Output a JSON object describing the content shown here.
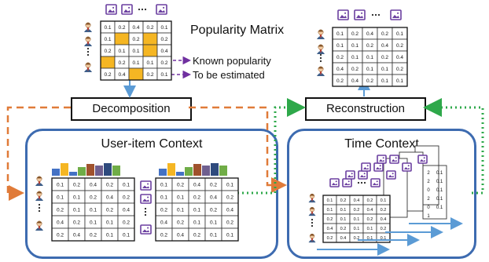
{
  "popularity_matrix": {
    "title": "Popularity Matrix",
    "rows": [
      [
        "0.1",
        "0.2",
        "0.4",
        "0.2",
        "0.1"
      ],
      [
        "0.1",
        "",
        "0.2",
        "",
        "0.2"
      ],
      [
        "0.2",
        "0.1",
        "0.1",
        "",
        "0.4"
      ],
      [
        "",
        "0.2",
        "0.1",
        "0.1",
        "0.2"
      ],
      [
        "0.2",
        "0.4",
        "",
        "0.2",
        "0.1"
      ]
    ],
    "legend_known": "Known popularity",
    "legend_estimated": "To be estimated",
    "highlight_color": "#f5b623"
  },
  "reconstructed_matrix": {
    "rows": [
      [
        "0.1",
        "0.2",
        "0.4",
        "0.2",
        "0.1"
      ],
      [
        "0.1",
        "0.1",
        "0.2",
        "0.4",
        "0.2"
      ],
      [
        "0.2",
        "0.1",
        "0.1",
        "0.2",
        "0.4"
      ],
      [
        "0.4",
        "0.2",
        "0.1",
        "0.1",
        "0.2"
      ],
      [
        "0.2",
        "0.4",
        "0.2",
        "0.1",
        "0.1"
      ]
    ]
  },
  "decomposition_label": "Decomposition",
  "reconstruction_label": "Reconstruction",
  "user_item_context": {
    "title": "User-item Context",
    "left_rows": [
      [
        "0.1",
        "0.2",
        "0.4",
        "0.2",
        "0.1"
      ],
      [
        "0.1",
        "0.1",
        "0.2",
        "0.4",
        "0.2"
      ],
      [
        "0.2",
        "0.1",
        "0.1",
        "0.2",
        "0.4"
      ],
      [
        "0.4",
        "0.2",
        "0.1",
        "0.1",
        "0.2"
      ],
      [
        "0.2",
        "0.4",
        "0.2",
        "0.1",
        "0.1"
      ]
    ],
    "right_rows": [
      [
        "0.1",
        "0.2",
        "0.4",
        "0.2",
        "0.1"
      ],
      [
        "0.1",
        "0.1",
        "0.2",
        "0.4",
        "0.2"
      ],
      [
        "0.2",
        "0.1",
        "0.1",
        "0.2",
        "0.4"
      ],
      [
        "0.4",
        "0.2",
        "0.1",
        "0.1",
        "0.2"
      ],
      [
        "0.2",
        "0.4",
        "0.2",
        "0.1",
        "0.1"
      ]
    ],
    "bar_colors": [
      "#4472c4",
      "#f5b623",
      "#4472c4",
      "#70ad47",
      "#a0522d",
      "#6f5f8f",
      "#2e4a7d",
      "#70ad47"
    ]
  },
  "time_context": {
    "title": "Time Context",
    "front_rows": [
      [
        "0.1",
        "0.2",
        "0.4",
        "0.2",
        "0.1"
      ],
      [
        "0.1",
        "0.1",
        "0.2",
        "0.4",
        "0.2"
      ],
      [
        "0.2",
        "0.1",
        "0.1",
        "0.2",
        "0.4"
      ],
      [
        "0.4",
        "0.2",
        "0.1",
        "0.1",
        "0.2"
      ],
      [
        "0.2",
        "0.4",
        "0.2",
        "0.1",
        "0.1"
      ]
    ],
    "back_col_a": [
      "2",
      "2",
      "0",
      "2",
      "0",
      "1"
    ],
    "back_col_b": [
      "0.1",
      "0.1",
      "0.1",
      "0.1",
      "0.1"
    ],
    "arrow_color": "#5b9bd5"
  },
  "flow_colors": {
    "decomposition_arrow": "#e07b39",
    "reconstruction_arrow": "#2ea84a",
    "down_arrow": "#5b9bd5",
    "context_border": "#3d6bb0",
    "legend_arrow": "#7030a0"
  },
  "icons": {
    "user": "user-avatar-icon",
    "item": "picture-item-icon"
  }
}
